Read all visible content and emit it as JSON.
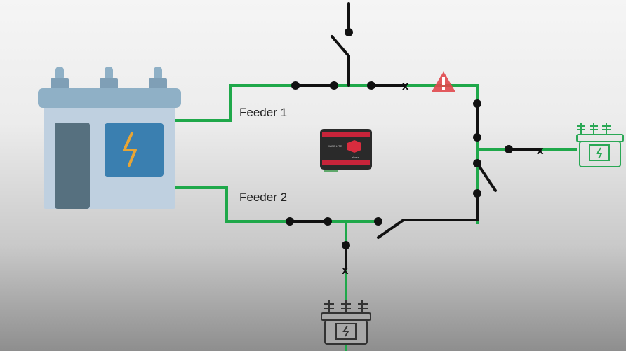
{
  "labels": {
    "feeder1": "Feeder 1",
    "feeder2": "Feeder 2"
  },
  "device": {
    "model": "WCC LITE",
    "brand": "elseta"
  },
  "colors": {
    "energized_line": "#1fa84a",
    "switch": "#111111",
    "warning": "#e0484c",
    "substation_window": "#3a7fb0",
    "bolt": "#e8a534",
    "transformer_green": "#2aa855",
    "transformer_dark": "#333333"
  },
  "icons": {
    "substation": "substation-icon",
    "warning": "warning-triangle-icon",
    "transformer": "transformer-icon",
    "fault": "x-mark-icon"
  }
}
